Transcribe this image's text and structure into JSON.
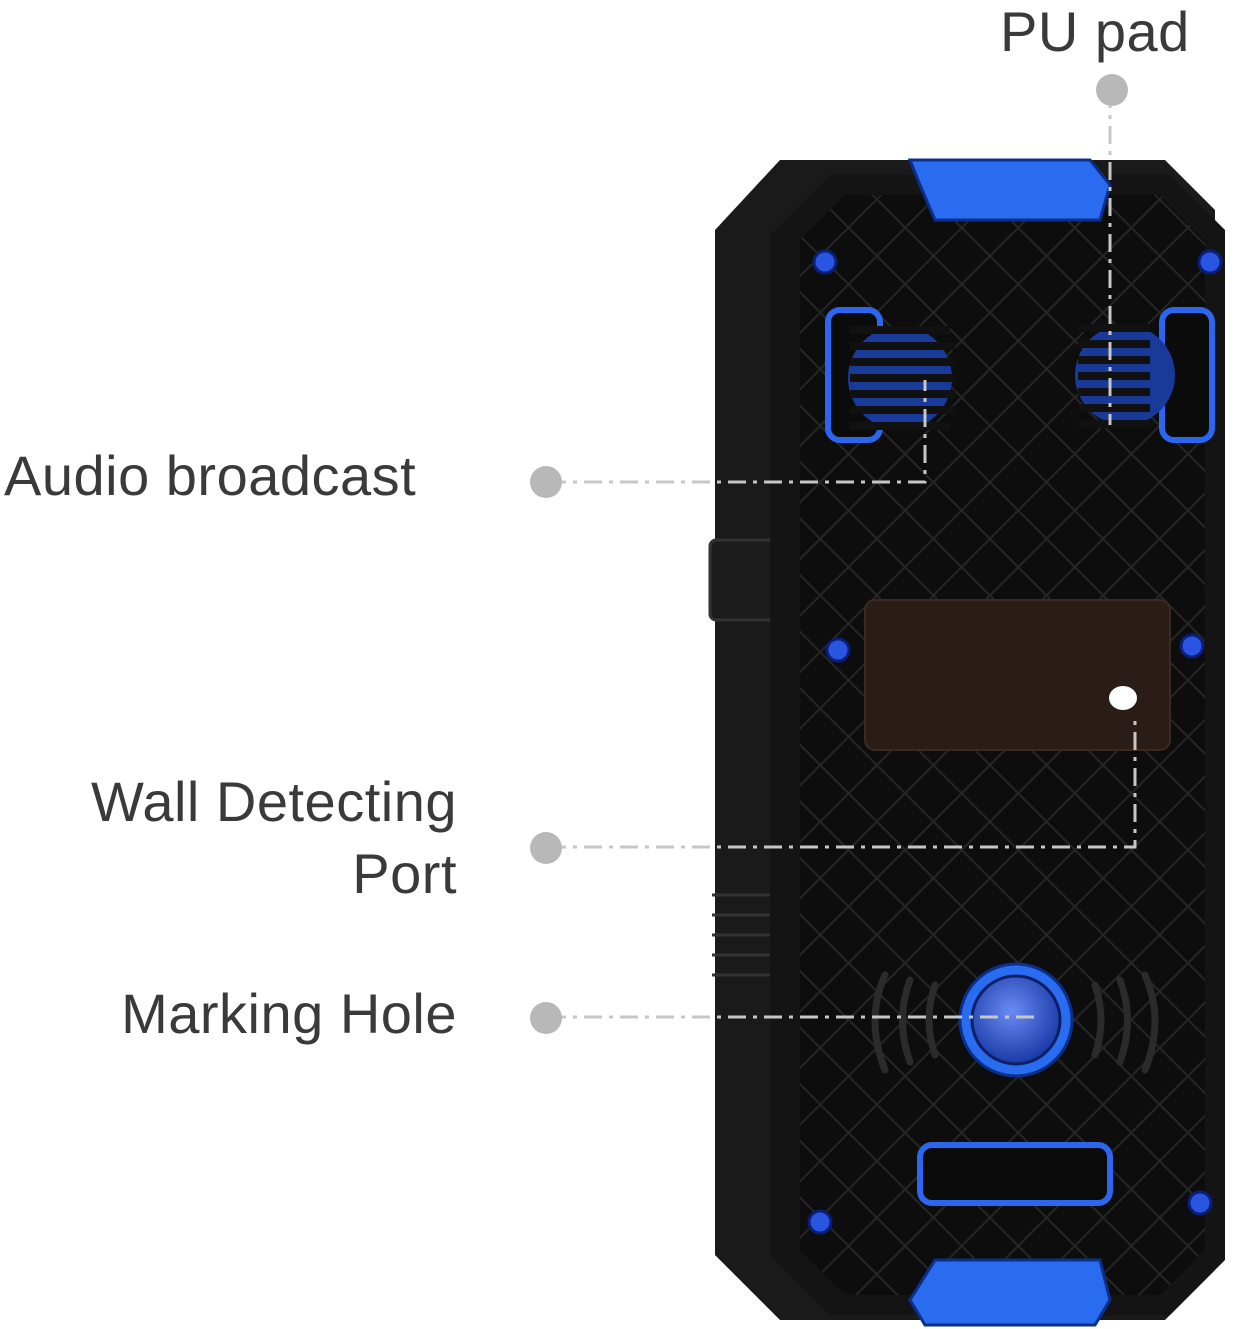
{
  "callouts": {
    "pu_pad": "PU pad",
    "audio_broadcast": "Audio broadcast",
    "wall_detecting_line1": "Wall Detecting",
    "wall_detecting_line2": "Port",
    "marking_hole": "Marking Hole"
  },
  "colors": {
    "body": "#121212",
    "accent": "#1f5fe0",
    "panel": "#2a1c17",
    "leader": "#b8b8b8"
  }
}
